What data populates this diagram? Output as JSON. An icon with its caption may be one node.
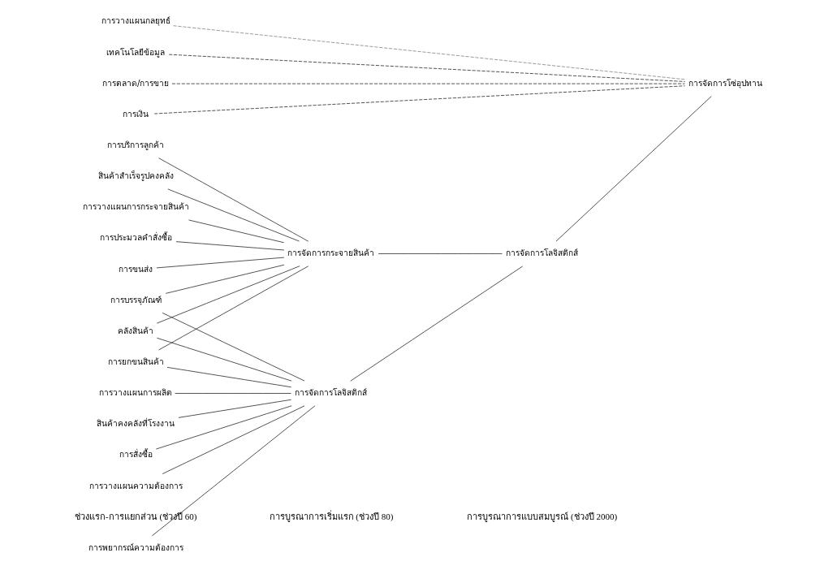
{
  "diagram": {
    "nodes": [
      {
        "text": [
          "การพยากรณ์ความต้องการ"
        ]
      },
      {
        "text": [
          "การสั่งซื้อ"
        ]
      },
      {
        "text": [
          "การวางแผนความต้องการ"
        ]
      },
      {
        "text": [
          "การวางแผนการผลิต"
        ]
      },
      {
        "text": [
          "สินค้าคงคลังที่โรงงาน"
        ]
      },
      {
        "text": [
          "คลังสินค้า"
        ]
      },
      {
        "text": [
          "การยกขนสินค้า"
        ]
      },
      {
        "text": [
          "การบรรจุภัณฑ์"
        ]
      },
      {
        "text": [
          "สินค้าสำเร็จรูปคงคลัง"
        ]
      },
      {
        "text": [
          "การวางแผนการกระจายสินค้า"
        ]
      },
      {
        "text": [
          "การประมวลคำสั่งซื้อ"
        ]
      },
      {
        "text": [
          "การขนส่ง"
        ]
      },
      {
        "text": [
          "การบริการลูกค้า"
        ]
      },
      {
        "text": [
          "การวางแผนกลยุทธ์"
        ]
      },
      {
        "text": [
          "เทคโนโลยีข้อมูล"
        ]
      },
      {
        "text": [
          "การตลาด/การขาย"
        ]
      },
      {
        "text": [
          "การเงิน"
        ]
      },
      {
        "text": [
          "การจัดการโลจิสติกส์"
        ]
      },
      {
        "text": [
          "การจัดการกระจายสินค้า"
        ]
      },
      {
        "text": [
          "การจัดการโลจิสติกส์"
        ]
      },
      {
        "text": [
          "การจัดการโซ่อุปทาน"
        ]
      }
    ],
    "edges": [
      {
        "from": 0,
        "to": 17,
        "arrow": "none"
      },
      {
        "from": 1,
        "to": 17,
        "arrow": "none"
      },
      {
        "from": 2,
        "to": 17,
        "arrow": "none"
      },
      {
        "from": 3,
        "to": 17,
        "arrow": "none"
      },
      {
        "from": 4,
        "to": 17,
        "arrow": "none"
      },
      {
        "from": 5,
        "to": 17,
        "arrow": "none"
      },
      {
        "from": 6,
        "to": 17,
        "arrow": "none"
      },
      {
        "from": 7,
        "to": 17,
        "arrow": "none"
      },
      {
        "from": 5,
        "to": 18,
        "arrow": "none"
      },
      {
        "from": 6,
        "to": 18,
        "arrow": "none"
      },
      {
        "from": 7,
        "to": 18,
        "arrow": "none"
      },
      {
        "from": 8,
        "to": 18,
        "arrow": "none"
      },
      {
        "from": 9,
        "to": 18,
        "arrow": "none"
      },
      {
        "from": 10,
        "to": 18,
        "arrow": "none"
      },
      {
        "from": 11,
        "to": 18,
        "arrow": "none"
      },
      {
        "from": 12,
        "to": 18,
        "arrow": "none"
      },
      {
        "from": 17,
        "to": 19,
        "arrow": "none"
      },
      {
        "from": 18,
        "to": 19,
        "arrow": "none"
      },
      {
        "from": 19,
        "to": 20,
        "arrow": "none"
      },
      {
        "from": 13,
        "to": 20,
        "arrow": "none",
        "style": "dashed",
        "color": "#888888"
      },
      {
        "from": 14,
        "to": 20,
        "arrow": "none",
        "style": "dashed"
      },
      {
        "from": 15,
        "to": 20,
        "arrow": "none",
        "style": "dashed"
      },
      {
        "from": 16,
        "to": 20,
        "arrow": "none",
        "style": "dashed"
      }
    ],
    "labels": [
      "ช่วงแรก-การแยกส่วน (ช่วงปี 60)",
      "การบูรณาการเริ่มแรก (ช่วงปี 80)",
      "การบูรณาการแบบสมบูรณ์ (ช่วงปี 2000)"
    ]
  }
}
